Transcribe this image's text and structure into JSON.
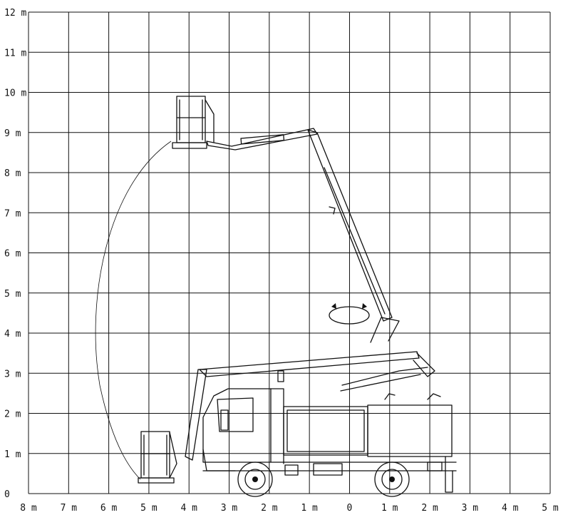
{
  "y_labels": [
    "12 m",
    "11 m",
    "10 m",
    "9 m",
    "8 m",
    "7 m",
    "6 m",
    "5 m",
    "4 m",
    "3 m",
    "2 m",
    "1 m",
    "0"
  ],
  "x_labels": [
    "8 m",
    "7 m",
    "6 m",
    "5 m",
    "4 m",
    "3 m",
    "2 m",
    "1 m",
    "0",
    "1 m",
    "2 m",
    "3 m",
    "4 m",
    "5 m"
  ],
  "colors": {
    "ink": "#111111",
    "background": "#ffffff"
  },
  "icons": [
    "rotation-arrows-icon"
  ]
}
